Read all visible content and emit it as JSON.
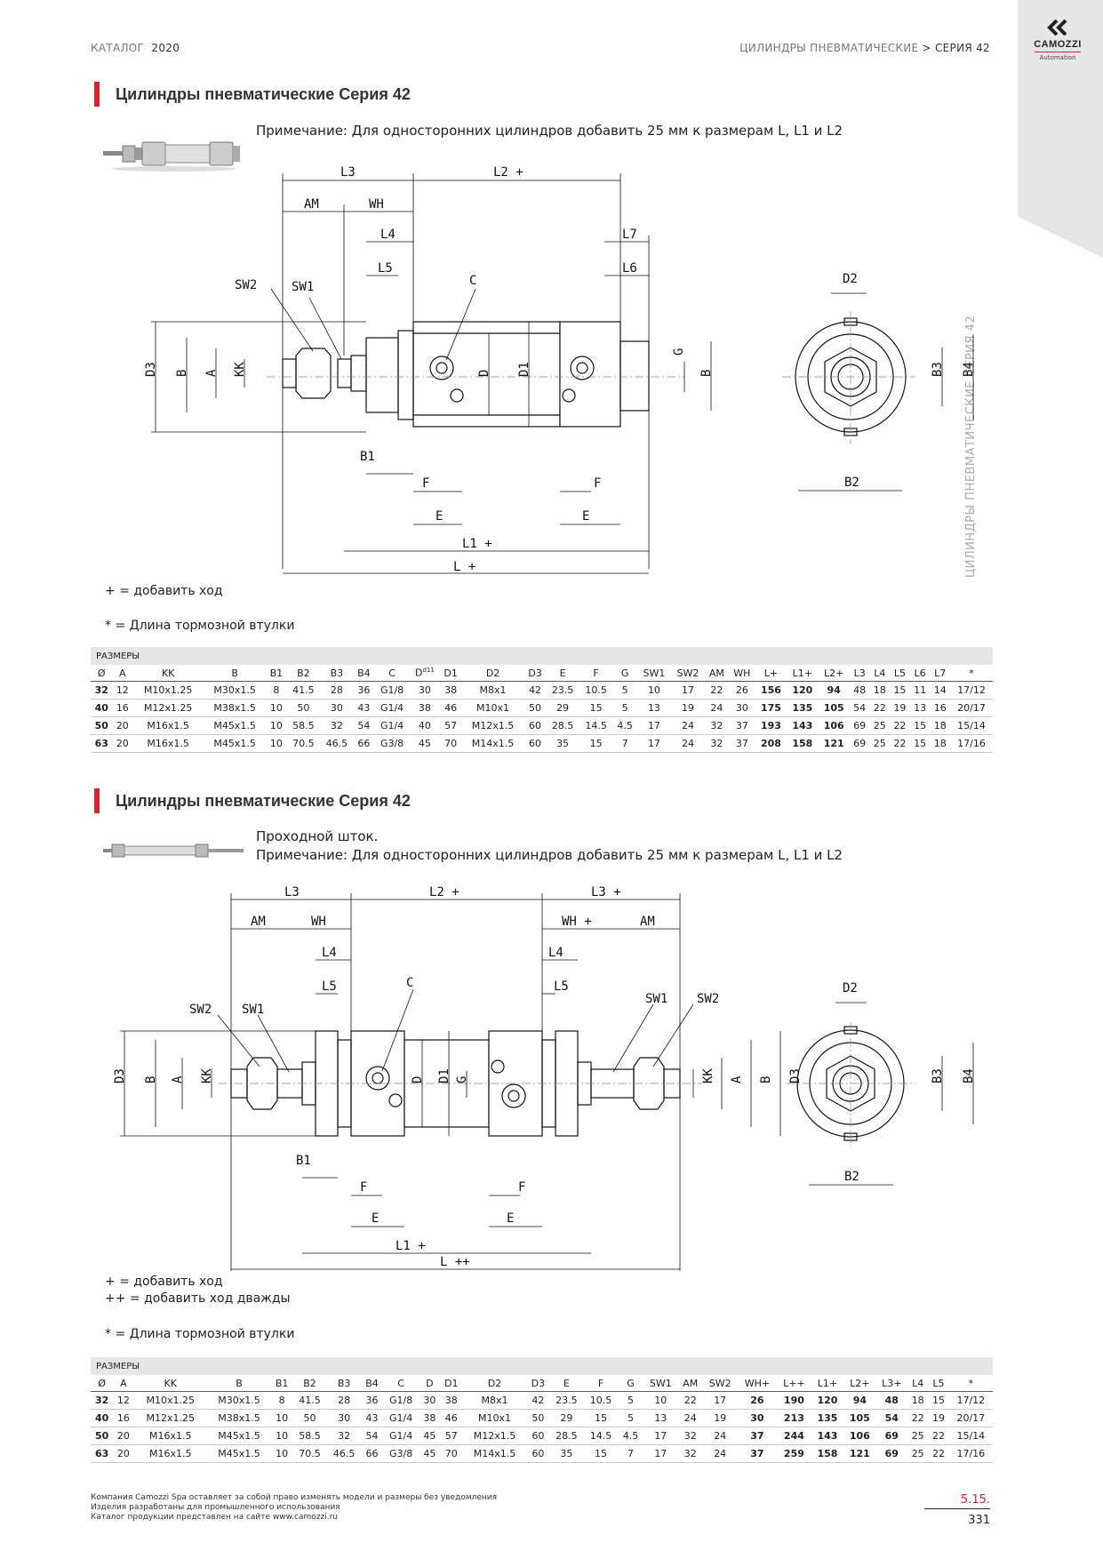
{
  "header": {
    "catalog_label": "КАТАЛОГ",
    "catalog_year": "2020",
    "breadcrumb_section": "ЦИЛИНДРЫ ПНЕВМАТИЧЕСКИЕ",
    "breadcrumb_sep": ">",
    "breadcrumb_current": "СЕРИЯ 42"
  },
  "brand": {
    "name": "CAMOZZI",
    "sub": "Automation"
  },
  "side_text": "ЦИЛИНДРЫ ПНЕВМАТИЧЕСКИЕ СЕРИЯ 42",
  "section1": {
    "title": "Цилиндры пневматические Серия 42",
    "note": "Примечание: Для односторонних цилиндров добавить 25 мм к размерам L, L1 и L2",
    "legend_plus": "+ = добавить ход",
    "legend_star": "* = Длина тормозной втулки",
    "drawing_labels": {
      "L3": "L3",
      "L2": "L2 +",
      "AM": "AM",
      "WH": "WH",
      "L4": "L4",
      "L7": "L7",
      "L5": "L5",
      "L6": "L6",
      "SW2": "SW2",
      "SW1": "SW1",
      "C": "C",
      "D2": "D2",
      "D3": "D3",
      "B": "B",
      "A": "A",
      "KK": "KK",
      "D": "D",
      "D1": "D1",
      "G": "G",
      "B3": "B3",
      "B4": "B4",
      "B1": "B1",
      "F": "F",
      "E": "E",
      "L1": "L1 +",
      "L": "L +",
      "B2": "B2"
    },
    "table": {
      "caption": "РАЗМЕРЫ",
      "headers": [
        "Ø",
        "A",
        "KK",
        "B",
        "B1",
        "B2",
        "B3",
        "B4",
        "C",
        "D",
        "D1",
        "D2",
        "D3",
        "E",
        "F",
        "G",
        "SW1",
        "SW2",
        "AM",
        "WH",
        "L+",
        "L1+",
        "L2+",
        "L3",
        "L4",
        "L5",
        "L6",
        "L7",
        "*"
      ],
      "d_sup": "d11",
      "rows": [
        [
          "32",
          "12",
          "M10x1.25",
          "M30x1.5",
          "8",
          "41.5",
          "28",
          "36",
          "G1/8",
          "30",
          "38",
          "M8x1",
          "42",
          "23.5",
          "10.5",
          "5",
          "10",
          "17",
          "22",
          "26",
          "156",
          "120",
          "94",
          "48",
          "18",
          "15",
          "11",
          "14",
          "17/12"
        ],
        [
          "40",
          "16",
          "M12x1.25",
          "M38x1.5",
          "10",
          "50",
          "30",
          "43",
          "G1/4",
          "38",
          "46",
          "M10x1",
          "50",
          "29",
          "15",
          "5",
          "13",
          "19",
          "24",
          "30",
          "175",
          "135",
          "105",
          "54",
          "22",
          "19",
          "13",
          "16",
          "20/17"
        ],
        [
          "50",
          "20",
          "M16x1.5",
          "M45x1.5",
          "10",
          "58.5",
          "32",
          "54",
          "G1/4",
          "40",
          "57",
          "M12x1.5",
          "60",
          "28.5",
          "14.5",
          "4.5",
          "17",
          "24",
          "32",
          "37",
          "193",
          "143",
          "106",
          "69",
          "25",
          "22",
          "15",
          "18",
          "15/14"
        ],
        [
          "63",
          "20",
          "M16x1.5",
          "M45x1.5",
          "10",
          "70.5",
          "46.5",
          "66",
          "G3/8",
          "45",
          "70",
          "M14x1.5",
          "60",
          "35",
          "15",
          "7",
          "17",
          "24",
          "32",
          "37",
          "208",
          "158",
          "121",
          "69",
          "25",
          "22",
          "15",
          "18",
          "17/16"
        ]
      ]
    }
  },
  "section2": {
    "title": "Цилиндры пневматические Серия 42",
    "note1": "Проходной шток.",
    "note2": "Примечание: Для односторонних цилиндров добавить 25 мм к размерам L, L1 и L2",
    "legend_plus": "+ = добавить ход",
    "legend_plusplus": "++ = добавить ход дважды",
    "legend_star": "* = Длина тормозной втулки",
    "drawing_labels": {
      "L3": "L3",
      "L2": "L2 +",
      "L3p": "L3 +",
      "AM": "AM",
      "WH": "WH",
      "WHp": "WH +",
      "L4": "L4",
      "L5": "L5",
      "SW2": "SW2",
      "SW1": "SW1",
      "C": "C",
      "D2": "D2",
      "D3": "D3",
      "B": "B",
      "A": "A",
      "KK": "KK",
      "D": "D",
      "D1": "D1",
      "G": "G",
      "B3": "B3",
      "B4": "B4",
      "B1": "B1",
      "F": "F",
      "E": "E",
      "L1": "L1 +",
      "L": "L ++",
      "B2": "B2"
    },
    "table": {
      "caption": "РАЗМЕРЫ",
      "headers": [
        "Ø",
        "A",
        "KK",
        "B",
        "B1",
        "B2",
        "B3",
        "B4",
        "C",
        "D",
        "D1",
        "D2",
        "D3",
        "E",
        "F",
        "G",
        "SW1",
        "AM",
        "SW2",
        "WH+",
        "L++",
        "L1+",
        "L2+",
        "L3+",
        "L4",
        "L5",
        "*"
      ],
      "rows": [
        [
          "32",
          "12",
          "M10x1.25",
          "M30x1.5",
          "8",
          "41.5",
          "28",
          "36",
          "G1/8",
          "30",
          "38",
          "M8x1",
          "42",
          "23.5",
          "10.5",
          "5",
          "10",
          "22",
          "17",
          "26",
          "190",
          "120",
          "94",
          "48",
          "18",
          "15",
          "17/12"
        ],
        [
          "40",
          "16",
          "M12x1.25",
          "M38x1.5",
          "10",
          "50",
          "30",
          "43",
          "G1/4",
          "38",
          "46",
          "M10x1",
          "50",
          "29",
          "15",
          "5",
          "13",
          "24",
          "19",
          "30",
          "213",
          "135",
          "105",
          "54",
          "22",
          "19",
          "20/17"
        ],
        [
          "50",
          "20",
          "M16x1.5",
          "M45x1.5",
          "10",
          "58.5",
          "32",
          "54",
          "G1/4",
          "45",
          "57",
          "M12x1.5",
          "60",
          "28.5",
          "14.5",
          "4.5",
          "17",
          "32",
          "24",
          "37",
          "244",
          "143",
          "106",
          "69",
          "25",
          "22",
          "15/14"
        ],
        [
          "63",
          "20",
          "M16x1.5",
          "M45x1.5",
          "10",
          "70.5",
          "46.5",
          "66",
          "G3/8",
          "45",
          "70",
          "M14x1.5",
          "60",
          "35",
          "15",
          "7",
          "17",
          "32",
          "24",
          "37",
          "259",
          "158",
          "121",
          "69",
          "25",
          "22",
          "17/16"
        ]
      ]
    }
  },
  "footer": {
    "line1": "Компания Camozzi Spa оставляет за собой право изменять модели и размеры без уведомления",
    "line2": "Изделия разработаны для промышленного использования",
    "line3": "Каталог продукции представлен на сайте www.camozzi.ru",
    "section_num": "5.15.",
    "page_num": "331"
  },
  "colors": {
    "accent_red": "#d8232a",
    "gray_band": "#e6e6e6"
  }
}
